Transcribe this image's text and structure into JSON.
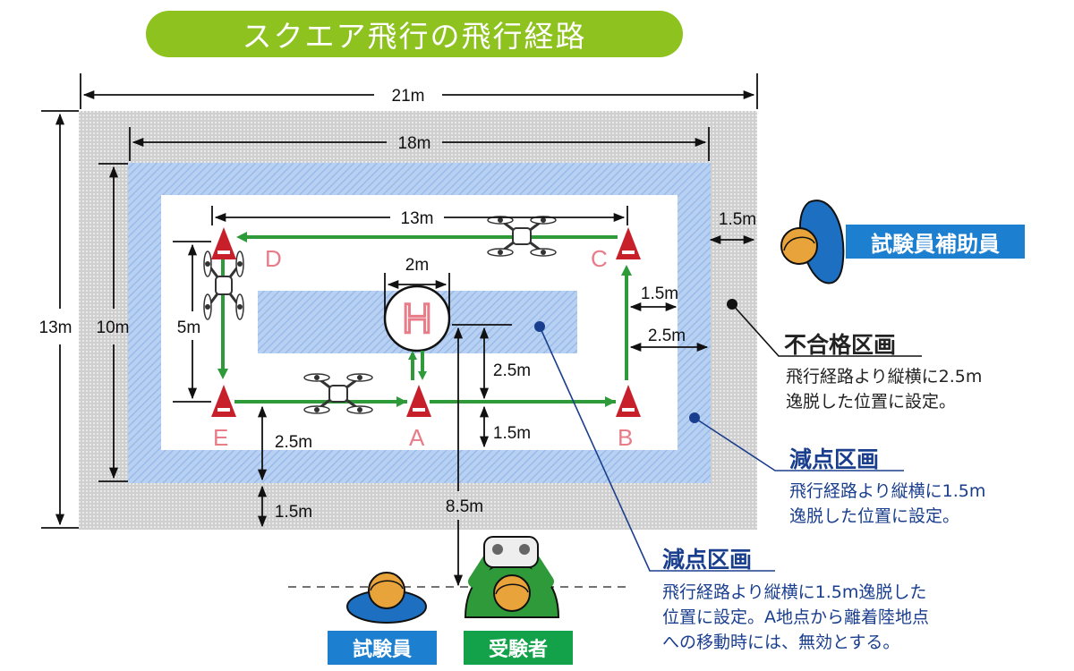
{
  "title": "スクエア飛行の飛行経路",
  "dimensions": {
    "total_width": "21m",
    "inner_width": "18m",
    "course_width": "13m",
    "total_height": "13m",
    "inner_height": "10m",
    "vertical_leg": "5m",
    "helipad_diameter": "2m",
    "right_margin_outer": "1.5m",
    "right_margin_blue": "1.5m",
    "right_margin_total": "2.5m",
    "pad_to_line": "2.5m",
    "line_to_inner": "1.5m",
    "bottom_margin_total": "2.5m",
    "bottom_margin_outer": "1.5m",
    "operator_distance": "8.5m"
  },
  "points": {
    "A": "A",
    "B": "B",
    "C": "C",
    "D": "D",
    "E": "E"
  },
  "helipad_letter": "H",
  "people": {
    "assistant": "試験員補助員",
    "examiner": "試験員",
    "examinee": "受験者"
  },
  "legend": {
    "fail_zone": {
      "heading": "不合格区画",
      "lines": [
        "飛行経路より縦横に2.5m",
        "逸脱した位置に設定。"
      ]
    },
    "deduction_zone": {
      "heading": "減点区画",
      "lines": [
        "飛行経路より縦横に1.5m",
        "逸脱した位置に設定。"
      ]
    },
    "deduction_zone_inner": {
      "heading": "減点区画",
      "lines": [
        "飛行経路より縦横に1.5m逸脱した",
        "位置に設定。A地点から離着陸地点",
        "への移動時には、無効とする。"
      ]
    }
  },
  "colors": {
    "title_bg": "#8dc21f",
    "path": "#2e9a3a",
    "cone": "#c8202b",
    "point_label": "#e87c88",
    "deduction": "#a9c7ee",
    "fail": "#c9c9c9",
    "tag_blue": "#1d7fd0",
    "tag_green": "#13a24a"
  }
}
